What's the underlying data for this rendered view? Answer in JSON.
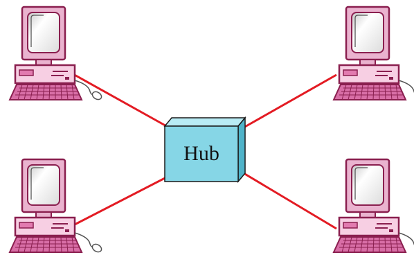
{
  "diagram": {
    "hub": {
      "label": "Hub"
    },
    "computers": [
      {
        "id": "computer-top-left"
      },
      {
        "id": "computer-top-right"
      },
      {
        "id": "computer-bottom-left"
      },
      {
        "id": "computer-bottom-right"
      }
    ],
    "connections": [
      {
        "from": "computer-top-left",
        "to": "hub"
      },
      {
        "from": "computer-top-right",
        "to": "hub"
      },
      {
        "from": "computer-bottom-left",
        "to": "hub"
      },
      {
        "from": "computer-bottom-right",
        "to": "hub"
      }
    ],
    "colors": {
      "cable": "#e31b23",
      "hub_front": "#86d6e6",
      "hub_top": "#b9ecf5",
      "hub_side": "#4fb3c9",
      "computer_body": "#f7cfe3",
      "computer_outline": "#8a1f4f",
      "screen_frame": "#eab3cf",
      "screen_glass": "#f4f4f4",
      "keyboard": "#d86ea6"
    },
    "icons": [
      "desktop-computer-icon",
      "network-hub-icon"
    ]
  }
}
